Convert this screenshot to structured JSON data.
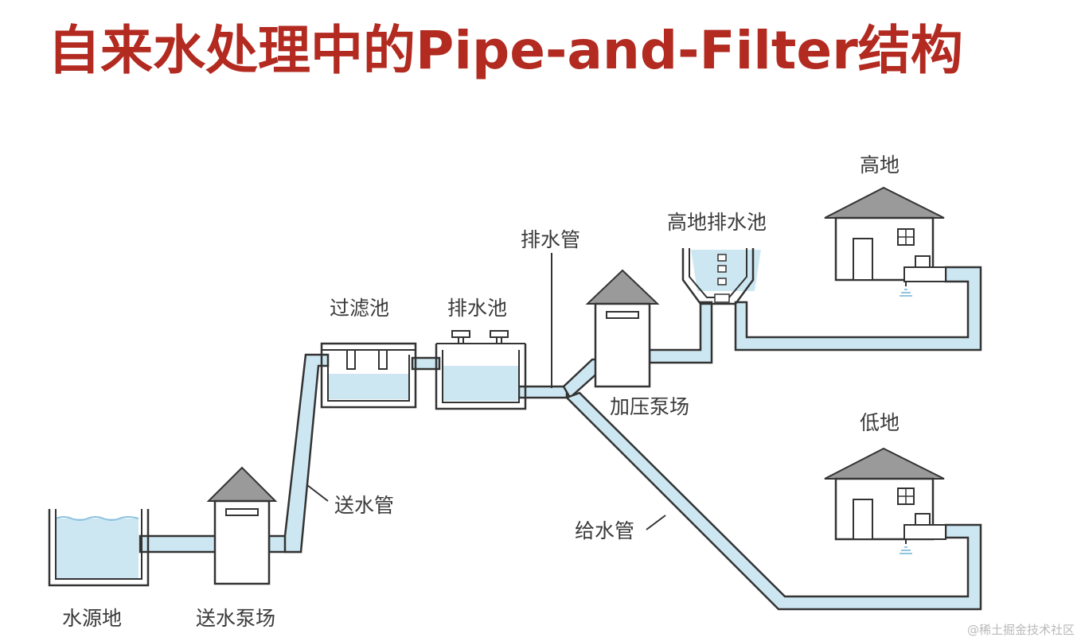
{
  "title": "自来水处理中的Pipe-and-Filter结构",
  "labels": {
    "source_pond": "水源地",
    "supply_pump_station": "送水泵场",
    "supply_pipe": "送水管",
    "filter_pond": "过滤池",
    "drain_pond": "排水池",
    "drain_pipe": "排水管",
    "booster_pump_station": "加压泵场",
    "highland_tank": "高地排水池",
    "highland": "高地",
    "lowland": "低地",
    "feed_pipe": "给水管"
  },
  "watermark": "@稀土掘金技术社区",
  "colors": {
    "title": "#b22a20",
    "water": "#cde7f2",
    "outline": "#333333",
    "roof": "#9a9a9a"
  }
}
